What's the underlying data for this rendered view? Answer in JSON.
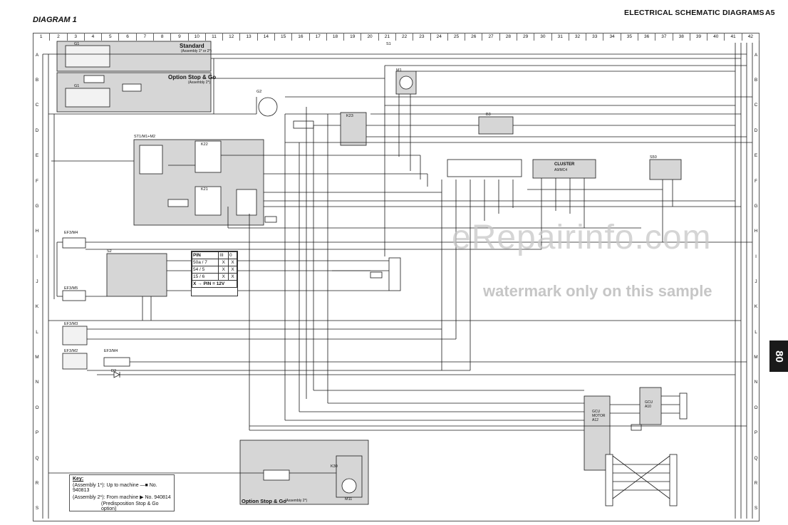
{
  "header": {
    "diagram_title": "DIAGRAM 1",
    "doc_title": "ELECTRICAL SCHEMATIC DIAGRAMS",
    "doc_code": "A5",
    "side_tab": "80"
  },
  "grid": {
    "columns": [
      "1",
      "2",
      "3",
      "4",
      "5",
      "6",
      "7",
      "8",
      "9",
      "10",
      "11",
      "12",
      "13",
      "14",
      "15",
      "16",
      "17",
      "18",
      "19",
      "20",
      "21",
      "22",
      "23",
      "24",
      "25",
      "26",
      "27",
      "28",
      "29",
      "30",
      "31",
      "32",
      "33",
      "34",
      "35",
      "36",
      "37",
      "38",
      "39",
      "40",
      "41",
      "42"
    ],
    "rows": [
      "A",
      "B",
      "C",
      "D",
      "E",
      "F",
      "G",
      "H",
      "I",
      "J",
      "K",
      "L",
      "M",
      "N",
      "O",
      "P",
      "Q",
      "R",
      "S"
    ]
  },
  "blocks": {
    "standard_title": "Standard",
    "standard_sub": "(Assembly 1* or 2*)",
    "option_title": "Option Stop & Go",
    "option_sub": "(Assembly 2*)",
    "option_bottom_title": "Option Stop & Go",
    "option_bottom_sub": "(Assembly 2*)",
    "relay_group": "ST1/M1+M2",
    "cluster_title": "CLUSTER",
    "cluster_sub": "A9/MC4",
    "gcu_motor": "GCU MOTOR A12",
    "gcu": "GCU A10"
  },
  "components": {
    "g1_top": "G1",
    "g1_mid": "G1",
    "s1": "S1",
    "m1": "M1",
    "g2": "G2",
    "k22": "K22",
    "k23": "K23",
    "k21": "K21",
    "b3": "B3",
    "s2": "S2",
    "s50": "S50",
    "d3": "D3",
    "ef3_m4": "EF3/M4",
    "ef3_m5": "EF3/M5",
    "ef3_m3": "EF3/M3",
    "ef3_m2": "EF3/M2",
    "ef3_m4b": "EF3/M4",
    "k30": "K30",
    "m11": "M11"
  },
  "pin_table": {
    "header": "PIN",
    "rows": [
      {
        "pin": "50a / 7",
        "a": "X",
        "b": "X"
      },
      {
        "pin": "54 / 5",
        "a": "X",
        "b": "X"
      },
      {
        "pin": "15 / 6",
        "a": "X",
        "b": "X"
      }
    ],
    "footer": "X → PIN = 12V"
  },
  "key": {
    "title": "Key:",
    "line1": "(Assembly 1*): Up to machine —■ No. 940813",
    "line2": "(Assembly 2*): From machine ▶ No. 940814",
    "line3": "(Predisposition Stop & Go option)"
  },
  "watermark": {
    "line1": "eRepairinfo.com",
    "line2": "watermark only on this sample"
  },
  "colors": {
    "line": "#1a1a1a",
    "block_fill": "#d4d4d4",
    "watermark": "#c8c8c8",
    "tab_bg": "#1a1a1a"
  }
}
